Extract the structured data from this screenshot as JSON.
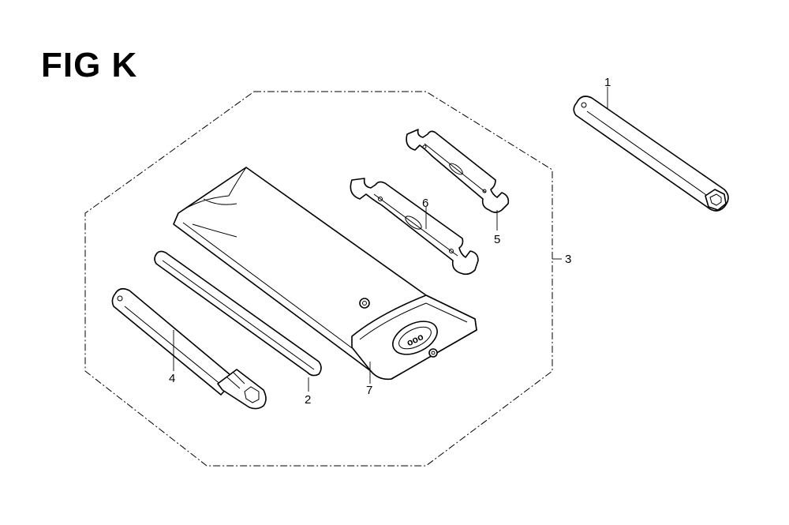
{
  "figure": {
    "title": "FIG K"
  },
  "callouts": {
    "p1": "1",
    "p2": "2",
    "p3": "3",
    "p4": "4",
    "p5": "5",
    "p6": "6",
    "p7": "7"
  }
}
